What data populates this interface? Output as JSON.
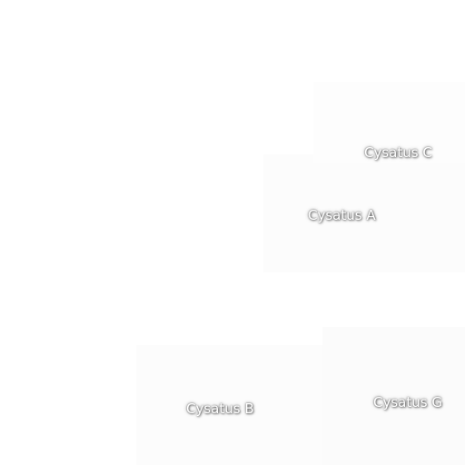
{
  "map": {
    "labels": {
      "c": "Cysatus C",
      "a": "Cysatus A",
      "b": "Cysatus B",
      "g": "Cysatus G"
    }
  },
  "colors": {
    "background": "#ffffff",
    "label_text": "#ffffff",
    "label_halo": "#000000"
  }
}
